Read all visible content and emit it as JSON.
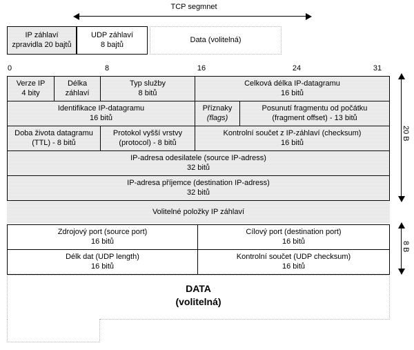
{
  "diagram": {
    "title_arrow": {
      "label": "TCP segmnet"
    },
    "encapsulation_row": [
      {
        "name": "ip-header",
        "line1": "IP záhlaví",
        "line2": "zpravidla 20 bajtů",
        "fill": "shaded",
        "border": "solid"
      },
      {
        "name": "udp-header",
        "line1": "UDP záhlaví",
        "line2": "8 bajtů",
        "fill": "white",
        "border": "solid"
      },
      {
        "name": "data",
        "line1": "Data (volitelná)",
        "line2": "",
        "fill": "white",
        "border": "dotted"
      }
    ],
    "bit_ruler": {
      "ticks": [
        "0",
        "8",
        "16",
        "24",
        "31"
      ]
    },
    "ip_header_rows": [
      {
        "name": "row-version-ihl-tos-totallength",
        "cells": [
          {
            "name": "version",
            "line1": "Verze IP",
            "line2": "4 bity"
          },
          {
            "name": "header-length",
            "line1": "Délka",
            "line2": "záhlaví"
          },
          {
            "name": "type-of-service",
            "line1": "Typ služby",
            "line2": "8 bitů"
          },
          {
            "name": "total-length",
            "line1": "Celková délka IP-datagramu",
            "line2": "16 bitů"
          }
        ]
      },
      {
        "name": "row-identification-flags-fragoffset",
        "cells": [
          {
            "name": "identification",
            "line1": "Identifikace IP-datagramu",
            "line2": "16 bitů"
          },
          {
            "name": "flags",
            "line1": "Příznaky",
            "line2": "(flags)",
            "line2_italic": true
          },
          {
            "name": "fragment-offset",
            "line1": "Posunutí fragmentu od počátku",
            "line2": "(fragment offset) - 13 bitů"
          }
        ]
      },
      {
        "name": "row-ttl-protocol-checksum",
        "cells": [
          {
            "name": "ttl",
            "line1": "Doba života datagramu",
            "line2": "(TTL) - 8 bitů"
          },
          {
            "name": "protocol",
            "line1": "Protokol vyšší vrstvy",
            "line2": "(protocol) - 8 bitů"
          },
          {
            "name": "header-checksum",
            "line1": "Kontrolní součet z IP-záhlaví (checksum)",
            "line2": "16 bitů"
          }
        ]
      },
      {
        "name": "row-source-address",
        "cells": [
          {
            "name": "source-ip-address",
            "line1": "IP-adresa odesilatele (source IP-adress)",
            "line2": "32 bitů"
          }
        ]
      },
      {
        "name": "row-destination-address",
        "cells": [
          {
            "name": "destination-ip-address",
            "line1": "IP-adresa příjemce (destination IP-adress)",
            "line2": "32 bitů"
          }
        ]
      }
    ],
    "ip_options_row": {
      "name": "ip-options",
      "line1": "Volitelné položky IP záhlaví"
    },
    "udp_header_rows": [
      {
        "name": "row-ports",
        "cells": [
          {
            "name": "source-port",
            "line1": "Zdrojový port (source port)",
            "line2": "16 bitů"
          },
          {
            "name": "destination-port",
            "line1": "Cílový port (destination port)",
            "line2": "16 bitů"
          }
        ]
      },
      {
        "name": "row-length-checksum",
        "cells": [
          {
            "name": "udp-length",
            "line1": "Délk dat (UDP length)",
            "line2": "16 bitů"
          },
          {
            "name": "udp-checksum",
            "line1": "Kontrolní součet (UDP checksum)",
            "line2": "16 bitů"
          }
        ]
      }
    ],
    "payload": {
      "name": "payload",
      "line1": "DATA",
      "line2": "(volitelná)"
    },
    "size_brackets": [
      {
        "name": "ip-header-size-bracket",
        "label": "20 B"
      },
      {
        "name": "udp-header-size-bracket",
        "label": "8 B"
      }
    ]
  },
  "colors": {
    "shaded_fill": "#e3e3e3",
    "line": "#000000",
    "dotted_line": "#b3b3b3",
    "background": "#ffffff"
  }
}
